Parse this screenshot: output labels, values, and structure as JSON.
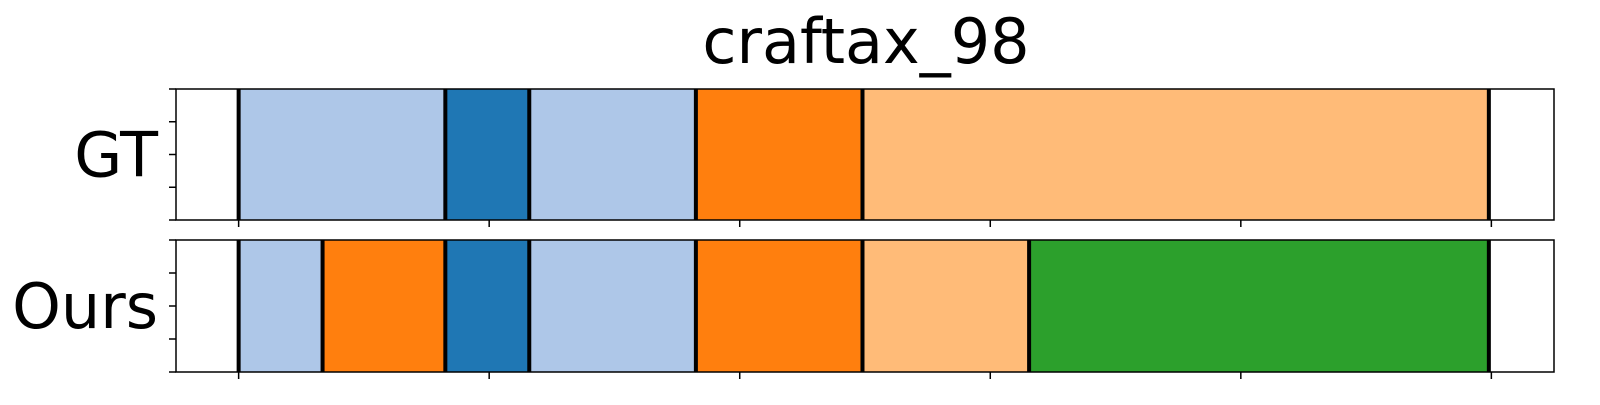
{
  "chart_data": {
    "type": "segmentation-timeline",
    "title": "craftax_98",
    "xlim": [
      0,
      110
    ],
    "x_ticks": [
      5,
      25,
      45,
      65,
      85,
      105
    ],
    "y_ticks_per_panel": 5,
    "boundary_color": "#000000",
    "rows": [
      {
        "label": "GT",
        "segments": [
          {
            "start": 5.0,
            "end": 21.5,
            "color": "#aec7e8"
          },
          {
            "start": 21.5,
            "end": 28.2,
            "color": "#1f77b4"
          },
          {
            "start": 28.2,
            "end": 41.5,
            "color": "#aec7e8"
          },
          {
            "start": 41.5,
            "end": 54.8,
            "color": "#ff7f0e"
          },
          {
            "start": 54.8,
            "end": 104.8,
            "color": "#ffbb78"
          }
        ],
        "boundaries": [
          5.0,
          21.5,
          28.2,
          41.5,
          54.8,
          104.8
        ]
      },
      {
        "label": "Ours",
        "segments": [
          {
            "start": 5.0,
            "end": 11.7,
            "color": "#aec7e8"
          },
          {
            "start": 11.7,
            "end": 21.5,
            "color": "#ff7f0e"
          },
          {
            "start": 21.5,
            "end": 28.2,
            "color": "#1f77b4"
          },
          {
            "start": 28.2,
            "end": 41.5,
            "color": "#aec7e8"
          },
          {
            "start": 41.5,
            "end": 54.8,
            "color": "#ff7f0e"
          },
          {
            "start": 54.8,
            "end": 68.1,
            "color": "#ffbb78"
          },
          {
            "start": 68.1,
            "end": 104.8,
            "color": "#2ca02c"
          }
        ],
        "boundaries": [
          5.0,
          11.7,
          21.5,
          28.2,
          41.5,
          54.8,
          68.1,
          104.8
        ]
      }
    ]
  }
}
